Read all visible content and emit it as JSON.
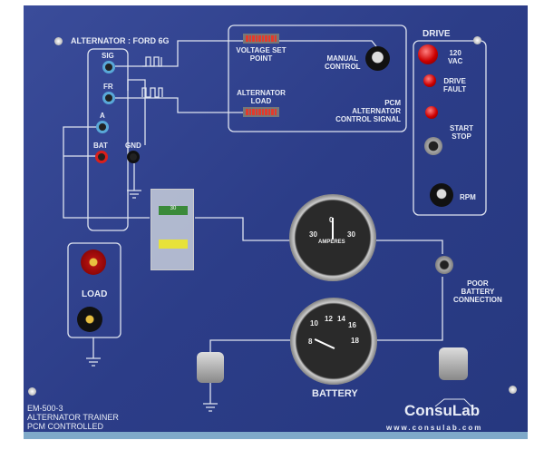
{
  "panel": {
    "title": "ALTERNATOR : FORD 6G",
    "jacks": {
      "sig": "SIG",
      "fr": "FR",
      "a": "A",
      "bat": "BAT",
      "gnd": "GND"
    },
    "voltage_set_point": "VOLTAGE SET\nPOINT",
    "alternator_load": "ALTERNATOR\nLOAD",
    "manual_control": "MANUAL\nCONTROL",
    "pcm_signal": "PCM\nALTERNATOR\nCONTROL SIGNAL",
    "drive": {
      "title": "DRIVE",
      "vac": "120\nVAC",
      "fault": "DRIVE\nFAULT",
      "start_stop": "START\nSTOP",
      "rpm": "RPM"
    },
    "fuse_label": "30",
    "ammeter": {
      "label": "AMPERES",
      "ticks": [
        "30",
        "0",
        "30"
      ]
    },
    "voltmeter": {
      "ticks": [
        "8",
        "10",
        "12",
        "14",
        "16",
        "18"
      ],
      "label": "BATTERY"
    },
    "load": "LOAD",
    "poor_battery": "POOR\nBATTERY\nCONNECTION",
    "model": "EM-500-3\nALTERNATOR TRAINER\nPCM CONTROLLED",
    "brand": "ConsuLab",
    "url": "www.consulab.com",
    "colors": {
      "panel": "#2f4190",
      "led": "#e43a2c"
    }
  }
}
